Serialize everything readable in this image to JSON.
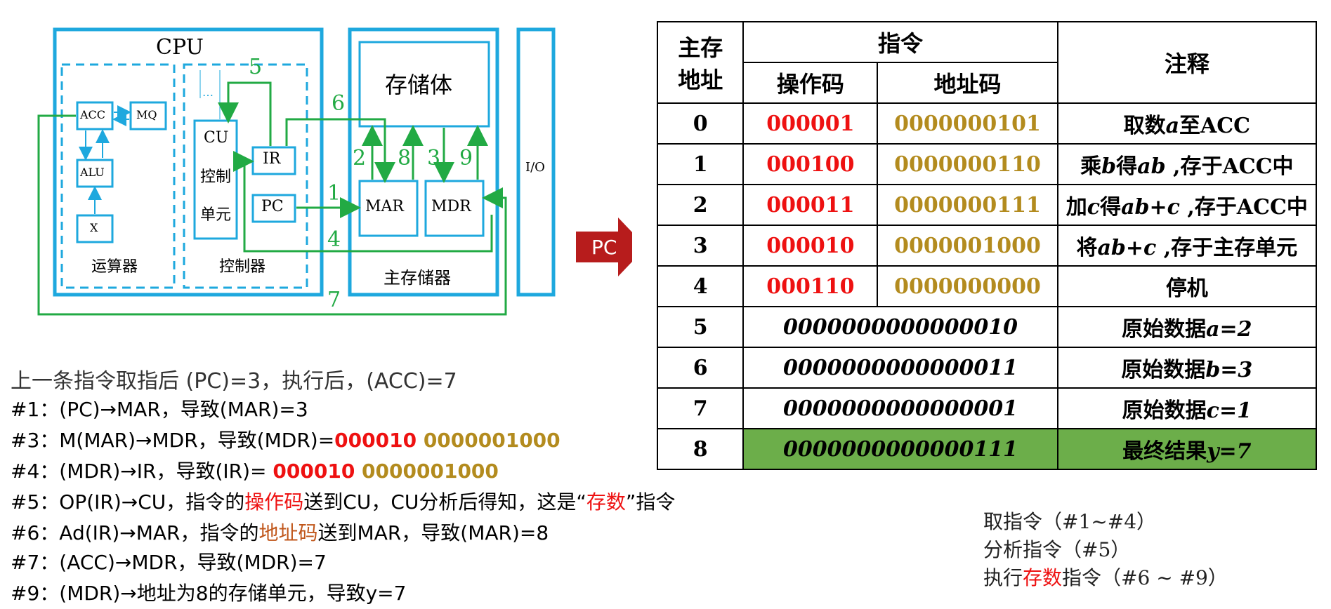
{
  "diagram": {
    "cpu_title": "CPU",
    "acc": "ACC",
    "mq": "MQ",
    "alu": "ALU",
    "x": "X",
    "alu_group": "运算器",
    "dots": "…",
    "cu_line1": "CU",
    "cu_line2": "控制",
    "cu_line3": "单元",
    "ir": "IR",
    "pc": "PC",
    "ctrl_group": "控制器",
    "storage_body": "存储体",
    "mar": "MAR",
    "mdr": "MDR",
    "mem_group": "主存储器",
    "io": "I/O",
    "step_labels": [
      "5",
      "6",
      "2",
      "8",
      "3",
      "9",
      "1",
      "4",
      "7"
    ],
    "pc_arrow": "PC"
  },
  "table": {
    "header_addr": "主存地址",
    "header_addr_l1": "主存",
    "header_addr_l2": "地址",
    "header_instr": "指令",
    "header_opcode": "操作码",
    "header_addrcode": "地址码",
    "header_note": "注释",
    "rows": [
      {
        "addr": "0",
        "op": "000001",
        "code": "0000000101",
        "note_a": "取数",
        "note_b": "a",
        "note_c": "至ACC"
      },
      {
        "addr": "1",
        "op": "000100",
        "code": "0000000110",
        "note_a": "乘",
        "note_b": "b",
        "note_c": "得",
        "note_d": "ab",
        "note_e": " ,存于ACC中"
      },
      {
        "addr": "2",
        "op": "000011",
        "code": "0000000111",
        "note_a": "加",
        "note_b": "c",
        "note_c": "得",
        "note_d": "ab+c",
        "note_e": " ,存于ACC中"
      },
      {
        "addr": "3",
        "op": "000010",
        "code": "0000001000",
        "note_a": "将",
        "note_d": "ab+c",
        "note_e": " ,存于主存单元"
      },
      {
        "addr": "4",
        "op": "000110",
        "code": "0000000000",
        "note_a": "停机"
      }
    ],
    "data_rows": [
      {
        "addr": "5",
        "value": "0000000000000010",
        "note_a": "原始数据",
        "note_b": "a=2"
      },
      {
        "addr": "6",
        "value": "0000000000000011",
        "note_a": "原始数据",
        "note_b": "b=3"
      },
      {
        "addr": "7",
        "value": "0000000000000001",
        "note_a": "原始数据",
        "note_b": "c=1"
      },
      {
        "addr": "8",
        "value": "0000000000000111",
        "note_a": "最终结果",
        "note_b": "y=7"
      }
    ]
  },
  "explanation": {
    "line0": "上一条指令取指后 (PC)=3，执行后，(ACC)=7",
    "line1": "#1：(PC)→MAR，导致(MAR)=3",
    "line2_a": "#3：M(MAR)→MDR，导致(MDR)=",
    "line2_op": "000010",
    "line2_addr": " 0000001000",
    "line3_a": "#4：(MDR)→IR，导致(IR)= ",
    "line3_op": "000010",
    "line3_addr": " 0000001000",
    "line4_a": "#5：OP(IR)→CU，指令的",
    "line4_b": "操作码",
    "line4_c": "送到CU，CU分析后得知，这是“",
    "line4_d": "存数",
    "line4_e": "”指令",
    "line5_a": "#6：Ad(IR)→MAR，指令的",
    "line5_b": "地址码",
    "line5_c": "送到MAR，导致(MAR)=8",
    "line6": "#7：(ACC)→MDR，导致(MDR)=7",
    "line7": "#9：(MDR)→地址为8的存储单元，导致y=7"
  },
  "legend": {
    "l1": "取指令（#1~#4）",
    "l2": "分析指令（#5）",
    "l3_a": "执行",
    "l3_b": "存数",
    "l3_c": "指令（#6 ~ #9）"
  },
  "colors": {
    "cyan": "#1ea8de",
    "green": "#22aa44",
    "red_opcode": "#ee1111",
    "gold_addr": "#b38b1e",
    "final_row_bg": "#6cae4a",
    "pc_arrow": "#b71c1c"
  }
}
